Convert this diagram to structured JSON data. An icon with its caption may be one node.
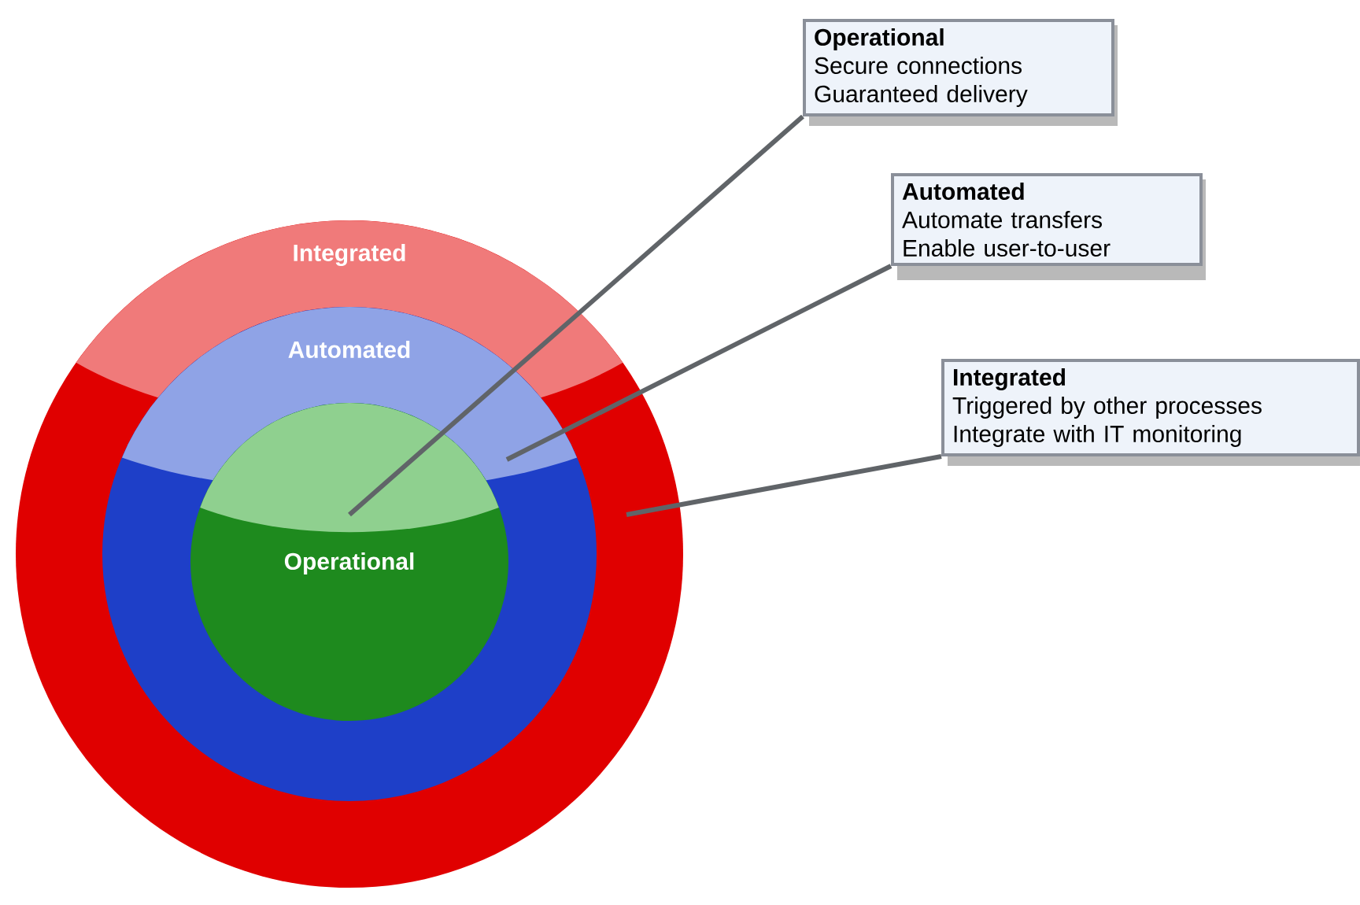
{
  "diagram": {
    "nodes": [
      {
        "text": [
          "Integrated"
        ]
      },
      {
        "text": [
          "Automated"
        ],
        "in": 0
      },
      {
        "text": [
          "Operational"
        ],
        "in": 1
      },
      {
        "text": [
          "Operational",
          "Secure connections",
          "Guaranteed delivery"
        ]
      },
      {
        "text": [
          "Automated",
          "Automate transfers",
          "Enable user-to-user"
        ]
      },
      {
        "text": [
          "Integrated",
          "Triggered by other processes",
          "Integrate with IT monitoring"
        ]
      }
    ],
    "edges": [
      {
        "from": 3,
        "to": 2,
        "arrow": "none"
      },
      {
        "from": 4,
        "to": 1,
        "arrow": "none"
      },
      {
        "from": 5,
        "to": 0,
        "arrow": "none"
      }
    ]
  }
}
